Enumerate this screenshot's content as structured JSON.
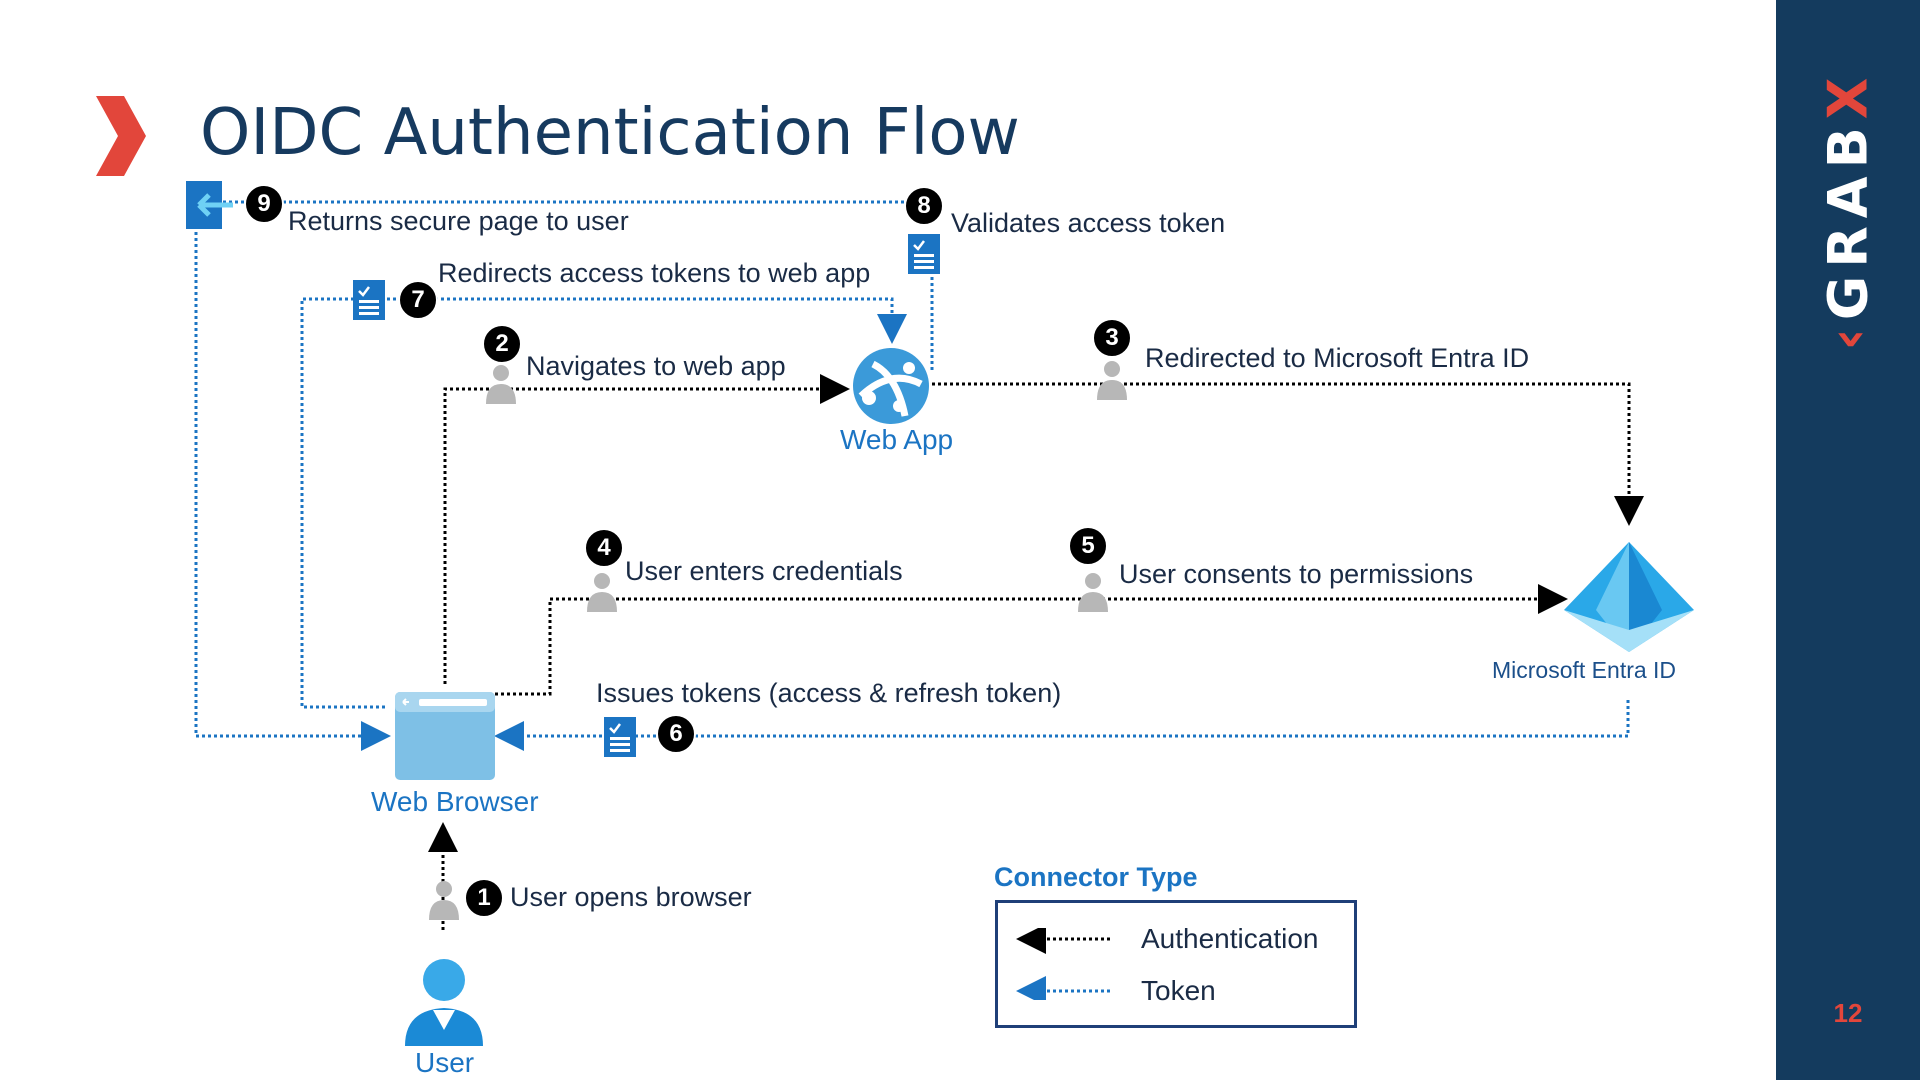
{
  "slide": {
    "title": "OIDC Authentication Flow",
    "brand": {
      "left_glyph": "‹",
      "text": "GRAB",
      "right_glyph": "X"
    },
    "page_number": "12"
  },
  "nodes": {
    "user": "User",
    "web_browser": "Web Browser",
    "web_app": "Web App",
    "entra_id": "Microsoft Entra ID"
  },
  "steps": [
    {
      "number": "1",
      "label": "User opens browser"
    },
    {
      "number": "2",
      "label": "Navigates to web app"
    },
    {
      "number": "3",
      "label": "Redirected to Microsoft Entra ID"
    },
    {
      "number": "4",
      "label": "User enters credentials"
    },
    {
      "number": "5",
      "label": "User consents to permissions"
    },
    {
      "number": "6",
      "label": "Issues tokens (access & refresh token)"
    },
    {
      "number": "7",
      "label": "Redirects access tokens to web app"
    },
    {
      "number": "8",
      "label": "Validates access token"
    },
    {
      "number": "9",
      "label": "Returns secure page to user"
    }
  ],
  "legend": {
    "title": "Connector Type",
    "items": [
      {
        "label": "Authentication",
        "color": "#000000"
      },
      {
        "label": "Token",
        "color": "#1b74c3"
      }
    ]
  },
  "colors": {
    "title": "#163a5f",
    "sidebar": "#143b5e",
    "accent_red": "#e2463b",
    "token_blue": "#1b74c3",
    "auth_black": "#000000"
  }
}
